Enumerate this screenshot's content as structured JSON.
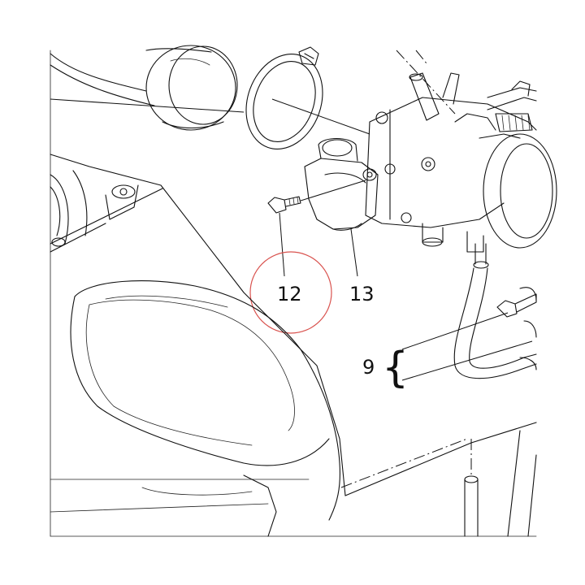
{
  "callouts": {
    "part_12": "12",
    "part_13": "13",
    "part_9": "9"
  },
  "colors": {
    "line": "#111111",
    "highlight_circle": "#d9534f",
    "background": "#ffffff"
  }
}
